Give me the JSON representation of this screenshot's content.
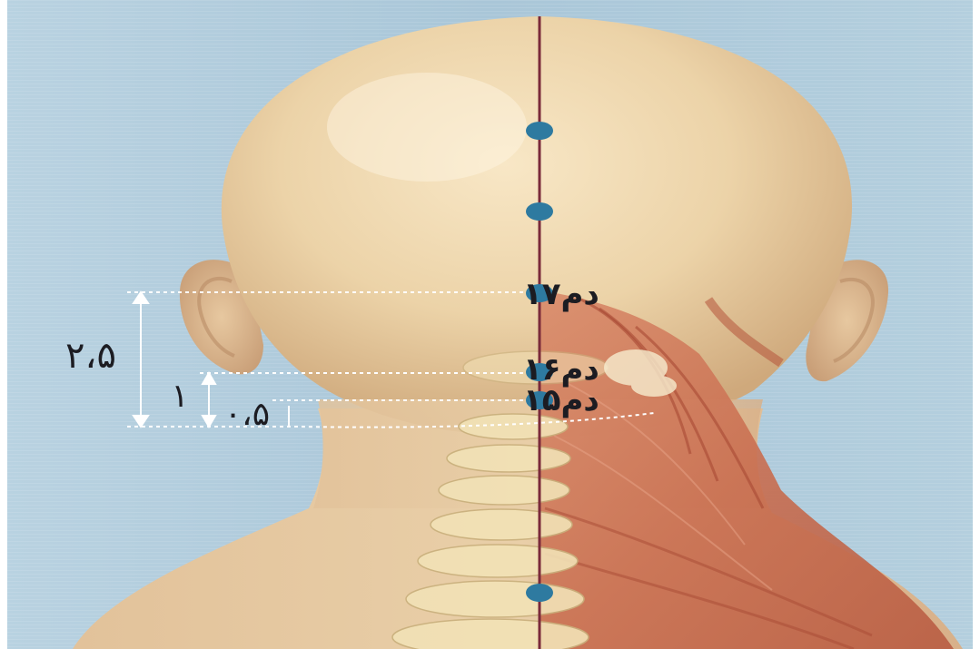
{
  "points": {
    "dm17": {
      "label": "دم۱۷"
    },
    "dm16": {
      "label": "دم۱۶"
    },
    "dm15": {
      "label": "دم۱۵"
    }
  },
  "measurements": {
    "outer": "۲،۵",
    "middle": "۱",
    "inner": "۰،۵"
  },
  "colors": {
    "background": "#aecadb",
    "skin": "#e9cc9f",
    "muscle": "#c86a4c",
    "midline": "#7a2a3a",
    "point": "#2e7aa0"
  }
}
